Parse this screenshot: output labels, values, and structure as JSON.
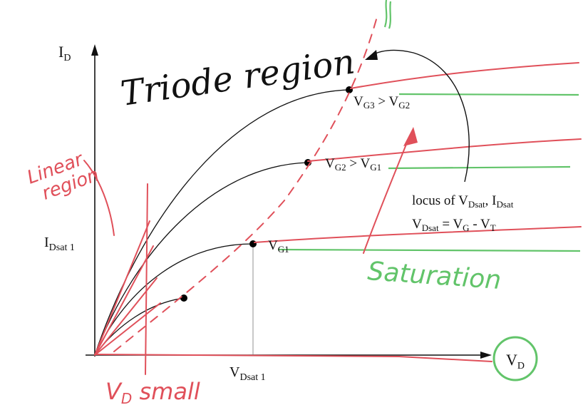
{
  "axes": {
    "y_label_main": "I",
    "y_label_sub": "D",
    "x_label_main": "V",
    "x_label_sub": "D",
    "idsat_main": "I",
    "idsat_sub": "Dsat 1",
    "vdsat_main": "V",
    "vdsat_sub": "Dsat 1"
  },
  "curves": {
    "vg3_label": {
      "v1": "V",
      "s1": "G3",
      "op": " > ",
      "v2": "V",
      "s2": "G2"
    },
    "vg2_label": {
      "v1": "V",
      "s1": "G2",
      "op": " > ",
      "v2": "V",
      "s2": "G1"
    },
    "vg1_label": {
      "v1": "V",
      "s1": "G1"
    }
  },
  "annotations": {
    "triode": "Triode region",
    "linear_line1": "Linear",
    "linear_line2": "region",
    "vd_small_main": "V",
    "vd_small_sub": "D",
    "vd_small_rest": " small",
    "saturation": "Saturation"
  },
  "locus": {
    "line1_a": "locus of V",
    "line1_s1": "Dsat",
    "line1_b": ", I",
    "line1_s2": "Dsat",
    "line2_a": "V",
    "line2_s1": "Dsat",
    "line2_b": " = V",
    "line2_s2": "G",
    "line2_c": " - V",
    "line2_s3": "T"
  },
  "colors": {
    "ink": "#111111",
    "red_pen": "#e0505a",
    "green_pen": "#62c46a"
  }
}
